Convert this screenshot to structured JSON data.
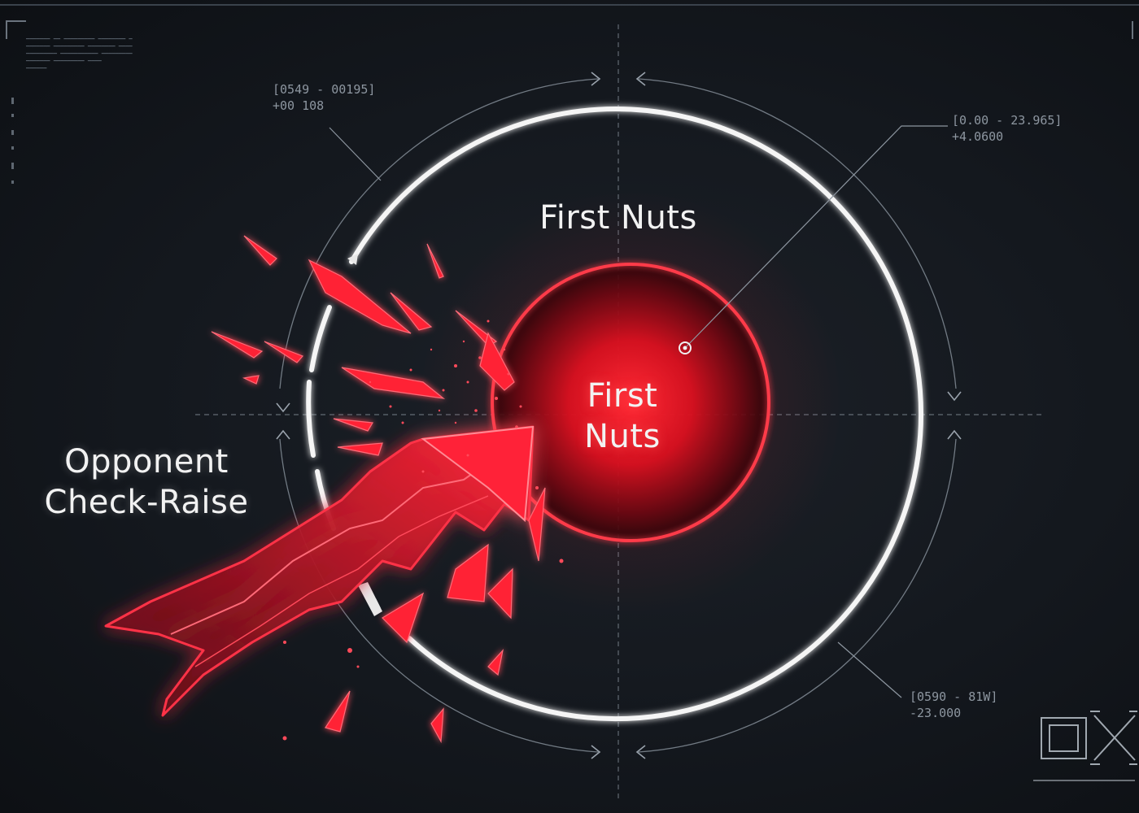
{
  "labels": {
    "outer": "First Nuts",
    "core_line1": "First",
    "core_line2": "Nuts",
    "attack_line1": "Opponent",
    "attack_line2": "Check-Raise"
  },
  "readouts": {
    "top_left": [
      "[0549 - 00195]",
      "+00 108"
    ],
    "top_right": [
      "[0.00 - 23.965]",
      "+4.0600"
    ],
    "bottom_right": [
      "[0590 - 81W]",
      "-23.000"
    ]
  },
  "colors": {
    "background": "#14181e",
    "accent_red": "#ff1a2e",
    "ring_white": "#f5f5f5",
    "guide_gray": "#7d8690"
  },
  "icons": [
    "chevron-arrow-icon",
    "target-dot-icon",
    "hud-emblem-icon"
  ]
}
